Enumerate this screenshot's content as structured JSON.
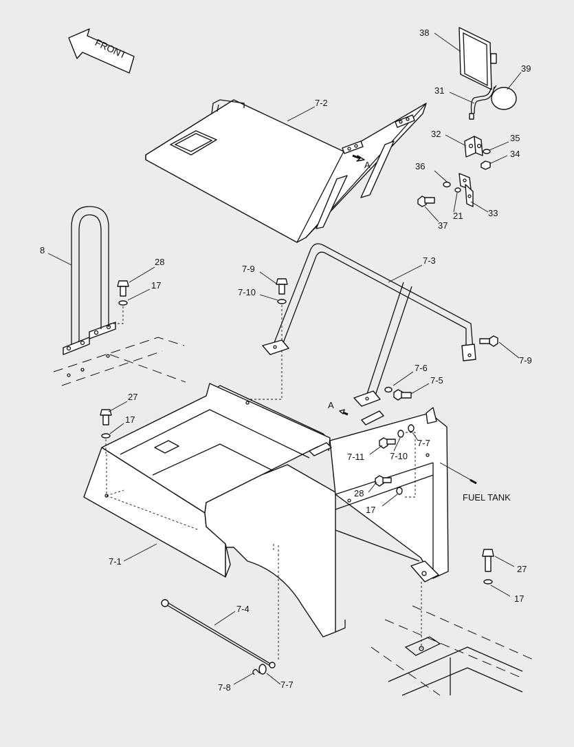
{
  "front_arrow_label": "FRONT",
  "fuel_tank_label": "FUEL TANK",
  "view_marker": "A",
  "callouts": {
    "c38": "38",
    "c39": "39",
    "c31": "31",
    "c32": "32",
    "c35": "35",
    "c34": "34",
    "c36": "36",
    "c21": "21",
    "c33": "33",
    "c37": "37",
    "c7_2": "7-2",
    "c8": "8",
    "c28a": "28",
    "c17a": "17",
    "c7_9a": "7-9",
    "c7_10a": "7-10",
    "c7_3": "7-3",
    "c7_9b": "7-9",
    "c7_6": "7-6",
    "c7_5": "7-5",
    "c27a": "27",
    "c17b": "17",
    "c7_7a": "7-7",
    "c7_11": "7-11",
    "c7_10b": "7-10",
    "c28b": "28",
    "c17c": "17",
    "c7_1": "7-1",
    "c27b": "27",
    "c17d": "17",
    "c7_4": "7-4",
    "c7_8": "7-8",
    "c7_7b": "7-7"
  }
}
